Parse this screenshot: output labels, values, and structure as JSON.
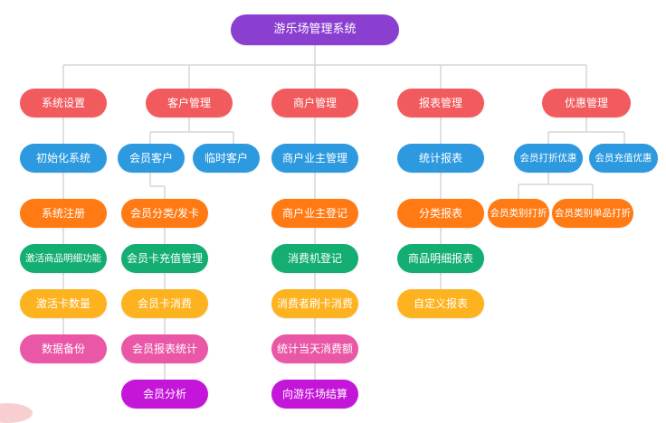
{
  "root": "游乐场管理系统",
  "col1": {
    "header": "系统设置",
    "sub": "初始化系统",
    "items": [
      "系统注册",
      "激活商品明细功能",
      "激活卡数量",
      "数据备份"
    ]
  },
  "col2": {
    "header": "客户管理",
    "sub": [
      "会员客户",
      "临时客户"
    ],
    "items": [
      "会员分类/发卡",
      "会员卡充值管理",
      "会员卡消费",
      "会员报表统计",
      "会员分析"
    ]
  },
  "col3": {
    "header": "商户管理",
    "sub": "商户业主管理",
    "items": [
      "商户业主登记",
      "消费机登记",
      "消费者刷卡消费",
      "统计当天消费额",
      "向游乐场结算"
    ]
  },
  "col4": {
    "header": "报表管理",
    "sub": "统计报表",
    "items": [
      "分类报表",
      "商品明细报表",
      "自定义报表"
    ]
  },
  "col5": {
    "header": "优惠管理",
    "sub": [
      "会员打折优惠",
      "会员充值优惠"
    ],
    "items": [
      "会员类别打折",
      "会员类别单品打折"
    ]
  },
  "colors": {
    "root": "#8a3fd0",
    "header": "#f25b5e",
    "sub": "#2d9ae0",
    "orange": "#ff7a13",
    "green": "#14ae73",
    "yellow": "#fdb21f",
    "pink": "#e957a6",
    "magenta": "#c416d9",
    "connector": "#d6d6d6"
  }
}
